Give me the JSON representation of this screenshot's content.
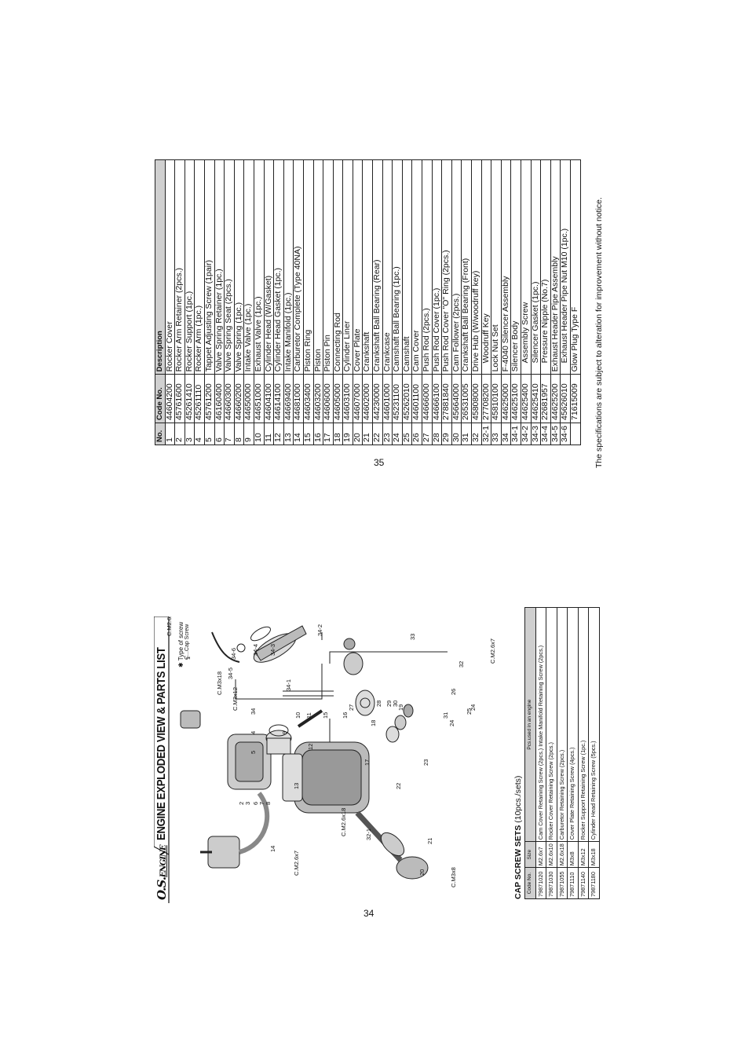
{
  "right_page": {
    "page_number": "35",
    "headers": {
      "no": "No.",
      "code": "Code No.",
      "desc": "Description"
    },
    "rows": [
      {
        "no": "1",
        "code": "44604200",
        "desc": "Rocker Cover"
      },
      {
        "no": "2",
        "code": "45761600",
        "desc": "Rocker Arm Retainer (2pcs.)"
      },
      {
        "no": "3",
        "code": "45261410",
        "desc": "Rocker Support (1pc.)"
      },
      {
        "no": "4",
        "code": "45261110",
        "desc": "Rocker Arm (1pc.)"
      },
      {
        "no": "5",
        "code": "45761200",
        "desc": "Tappet Adjusting Screw (1pair)"
      },
      {
        "no": "6",
        "code": "46160400",
        "desc": "Valve Spring Retainer (1pc.)"
      },
      {
        "no": "7",
        "code": "44660300",
        "desc": "Valve Spring Seat (2pcs.)"
      },
      {
        "no": "8",
        "code": "44660200",
        "desc": "Valve Spring (1pc.)"
      },
      {
        "no": "9",
        "code": "44650000",
        "desc": "Intake Valve (1pc.)"
      },
      {
        "no": "10",
        "code": "44651000",
        "desc": "Exhaust Valve (1pc.)"
      },
      {
        "no": "11",
        "code": "44604100",
        "desc": "Cylinder Head (W/Gasket)"
      },
      {
        "no": "12",
        "code": "44614100",
        "desc": "Cylinder Head Gasket (1pc.)"
      },
      {
        "no": "13",
        "code": "44669400",
        "desc": "Intake Manifold (1pc.)"
      },
      {
        "no": "14",
        "code": "44681000",
        "desc": "Carburetor Complete (Type 40NA)"
      },
      {
        "no": "15",
        "code": "44603400",
        "desc": "Piston Ring"
      },
      {
        "no": "16",
        "code": "44603200",
        "desc": "Piston"
      },
      {
        "no": "17",
        "code": "44606000",
        "desc": "Piston Pin"
      },
      {
        "no": "18",
        "code": "44605000",
        "desc": "Connecting Rod"
      },
      {
        "no": "19",
        "code": "44603100",
        "desc": "Cylinder Liner"
      },
      {
        "no": "20",
        "code": "44607000",
        "desc": "Cover Plate"
      },
      {
        "no": "21",
        "code": "44602000",
        "desc": "Crankshaft"
      },
      {
        "no": "22",
        "code": "44230000",
        "desc": "Crankshaft Ball Bearing (Rear)"
      },
      {
        "no": "23",
        "code": "44601000",
        "desc": "Crankcase"
      },
      {
        "no": "24",
        "code": "45231100",
        "desc": "Camshaft Ball Bearing (1pc.)"
      },
      {
        "no": "25",
        "code": "45262010",
        "desc": "Camshaft"
      },
      {
        "no": "26",
        "code": "44601100",
        "desc": "Cam Cover"
      },
      {
        "no": "27",
        "code": "44666000",
        "desc": "Push Rod (2pcs.)"
      },
      {
        "no": "28",
        "code": "44666100",
        "desc": "Push Rod Cover (1pc.)"
      },
      {
        "no": "29",
        "code": "27881840",
        "desc": "Push Rod Cover \"O\" Ring (2pcs.)"
      },
      {
        "no": "30",
        "code": "45664000",
        "desc": "Cam Follower (2pcs.)"
      },
      {
        "no": "31",
        "code": "26531005",
        "desc": "Crankshaft Ball Bearing (Front)"
      },
      {
        "no": "32",
        "code": "45808000",
        "desc": "Drive Hub (W/woodruff key)"
      },
      {
        "no": "32-1",
        "code": "27708200",
        "desc": "Woodruff Key",
        "indent": true
      },
      {
        "no": "33",
        "code": "45810100",
        "desc": "Lock Nut Set"
      },
      {
        "no": "34",
        "code": "44625000",
        "desc": "F-4040 Silencer Assembly"
      },
      {
        "no": "34-1",
        "code": "44625100",
        "desc": "Silencer Body"
      },
      {
        "no": "34-2",
        "code": "44625400",
        "desc": "Assembly Screw",
        "indent": true
      },
      {
        "no": "34-3",
        "code": "44625410",
        "desc": "Silencer Gasket (1pc.)",
        "indent": true
      },
      {
        "no": "34-4",
        "code": "22681957",
        "desc": "Pressure Nipple (No.7)",
        "indent": true
      },
      {
        "no": "34-5",
        "code": "44625200",
        "desc": "Exhaust Header Pipe Assembly"
      },
      {
        "no": "34-6",
        "code": "45626010",
        "desc": "Exhaust Header Pipe Nut M10 (1pc.)",
        "indent": true
      },
      {
        "no": "",
        "code": "71615009",
        "desc": "Glow Plug Type F"
      }
    ],
    "notice": "The specifications are subject to alteration for improvement without notice."
  },
  "left_page": {
    "page_number": "34",
    "logo": "O.S.",
    "logo_sub": "ENGINE",
    "title": "ENGINE EXPLODED VIEW & PARTS LIST",
    "screw_type_note": "Type of screw",
    "screw_type_key": "C...Cap Screw",
    "diagram_labels": {
      "c_m2_6x10": "C.M2.6x10",
      "c_m3x18": "C.M3x18",
      "c_m3x12": "C.M3x12",
      "c_m2_6x7_a": "C.M2.6x7",
      "c_m2_6x18": "C.M2.6x18",
      "c_m3x8": "C.M3x8",
      "c_m2_6x7_b": "C.M2.6x7",
      "n1": "1",
      "n2": "2",
      "n3": "3",
      "n4": "4",
      "n5": "5",
      "n6": "6",
      "n7": "7",
      "n8": "8",
      "n9": "9",
      "n10": "10",
      "n11": "11",
      "n12": "12",
      "n13": "13",
      "n14": "14",
      "n15": "15",
      "n16": "16",
      "n17": "17",
      "n18": "18",
      "n19": "19",
      "n20": "20",
      "n21": "21",
      "n22": "22",
      "n23": "23",
      "n24": "24",
      "n24b": "24",
      "n25": "25",
      "n26": "26",
      "n27": "27",
      "n28": "28",
      "n29": "29",
      "n30": "30",
      "n31": "31",
      "n32": "32",
      "n33": "33",
      "n32_1": "32-1",
      "n34": "34",
      "n34_1": "34-1",
      "n34_2": "34-2",
      "n34_3": "34-3",
      "n34_4": "34-4",
      "n34_5": "34-5",
      "n34_6": "34-6"
    },
    "cap_screw": {
      "title": "CAP SCREW SETS",
      "subtitle": "(10pcs./sets)",
      "headers": {
        "code": "Code No.",
        "size": "Size",
        "used": "Pcs.used in an engine"
      },
      "rows": [
        {
          "code": "79871020",
          "size": "M2.6x7",
          "used": "Cam Cover Retaining Screw (2pcs.)  Intake Manifold Retaining Screw (2pcs.)"
        },
        {
          "code": "79871030",
          "size": "M2.6x10",
          "used": "Rocker Cover Retaining Screw (2pcs.)"
        },
        {
          "code": "79871055",
          "size": "M2.6x18",
          "used": "Carburetor Retaining Screw (2pcs.)"
        },
        {
          "code": "79871110",
          "size": "M3x8",
          "used": "Cover Plate Retaining Screw (4pcs.)"
        },
        {
          "code": "79871140",
          "size": "M3x12",
          "used": "Rocker Support Retaining Screw (1pc.)"
        },
        {
          "code": "79871180",
          "size": "M3x18",
          "used": "Cylinder Head Retaining Screw (5pcs.)"
        }
      ]
    }
  }
}
